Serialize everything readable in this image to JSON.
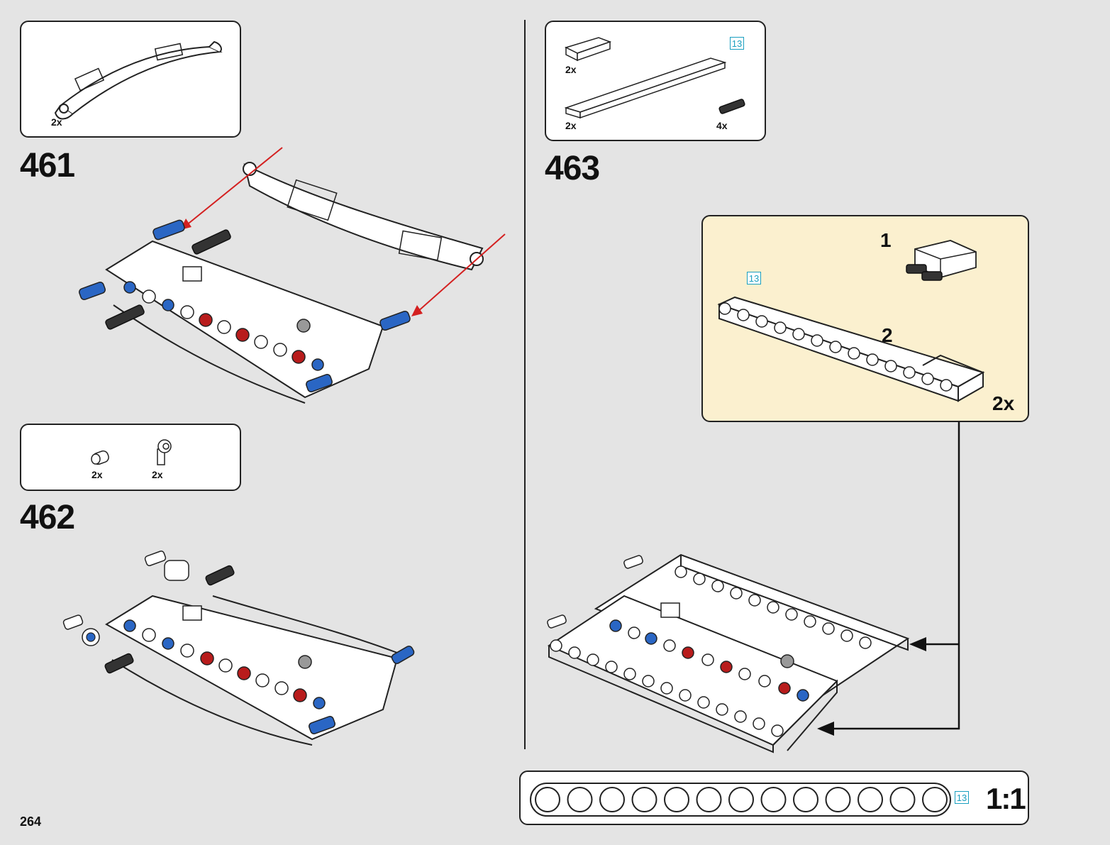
{
  "page_number": "264",
  "steps": [
    {
      "number": "461",
      "parts": [
        {
          "name": "curved-panel",
          "qty": "2x"
        }
      ]
    },
    {
      "number": "462",
      "parts": [
        {
          "name": "bush",
          "qty": "2x"
        },
        {
          "name": "axle-pin-connector",
          "qty": "2x"
        }
      ]
    },
    {
      "number": "463",
      "parts": [
        {
          "name": "beam-3",
          "qty": "2x"
        },
        {
          "name": "beam-13",
          "qty": "2x",
          "length": "13"
        },
        {
          "name": "friction-pin",
          "qty": "4x"
        }
      ],
      "subassembly": {
        "step1": "1",
        "step2": "2",
        "multiplier": "2x",
        "length": "13"
      }
    }
  ],
  "scale_box": {
    "length": "13",
    "scale": "1:1"
  },
  "colors": {
    "background": "#e4e4e4",
    "callout": "#fbf0cf",
    "pin_blue": "#2a66c4",
    "pin_red": "#b81c1c",
    "arrow_red": "#d42020",
    "length_cyan": "#1a9fc0"
  },
  "icons": [
    "arrow-icon"
  ]
}
